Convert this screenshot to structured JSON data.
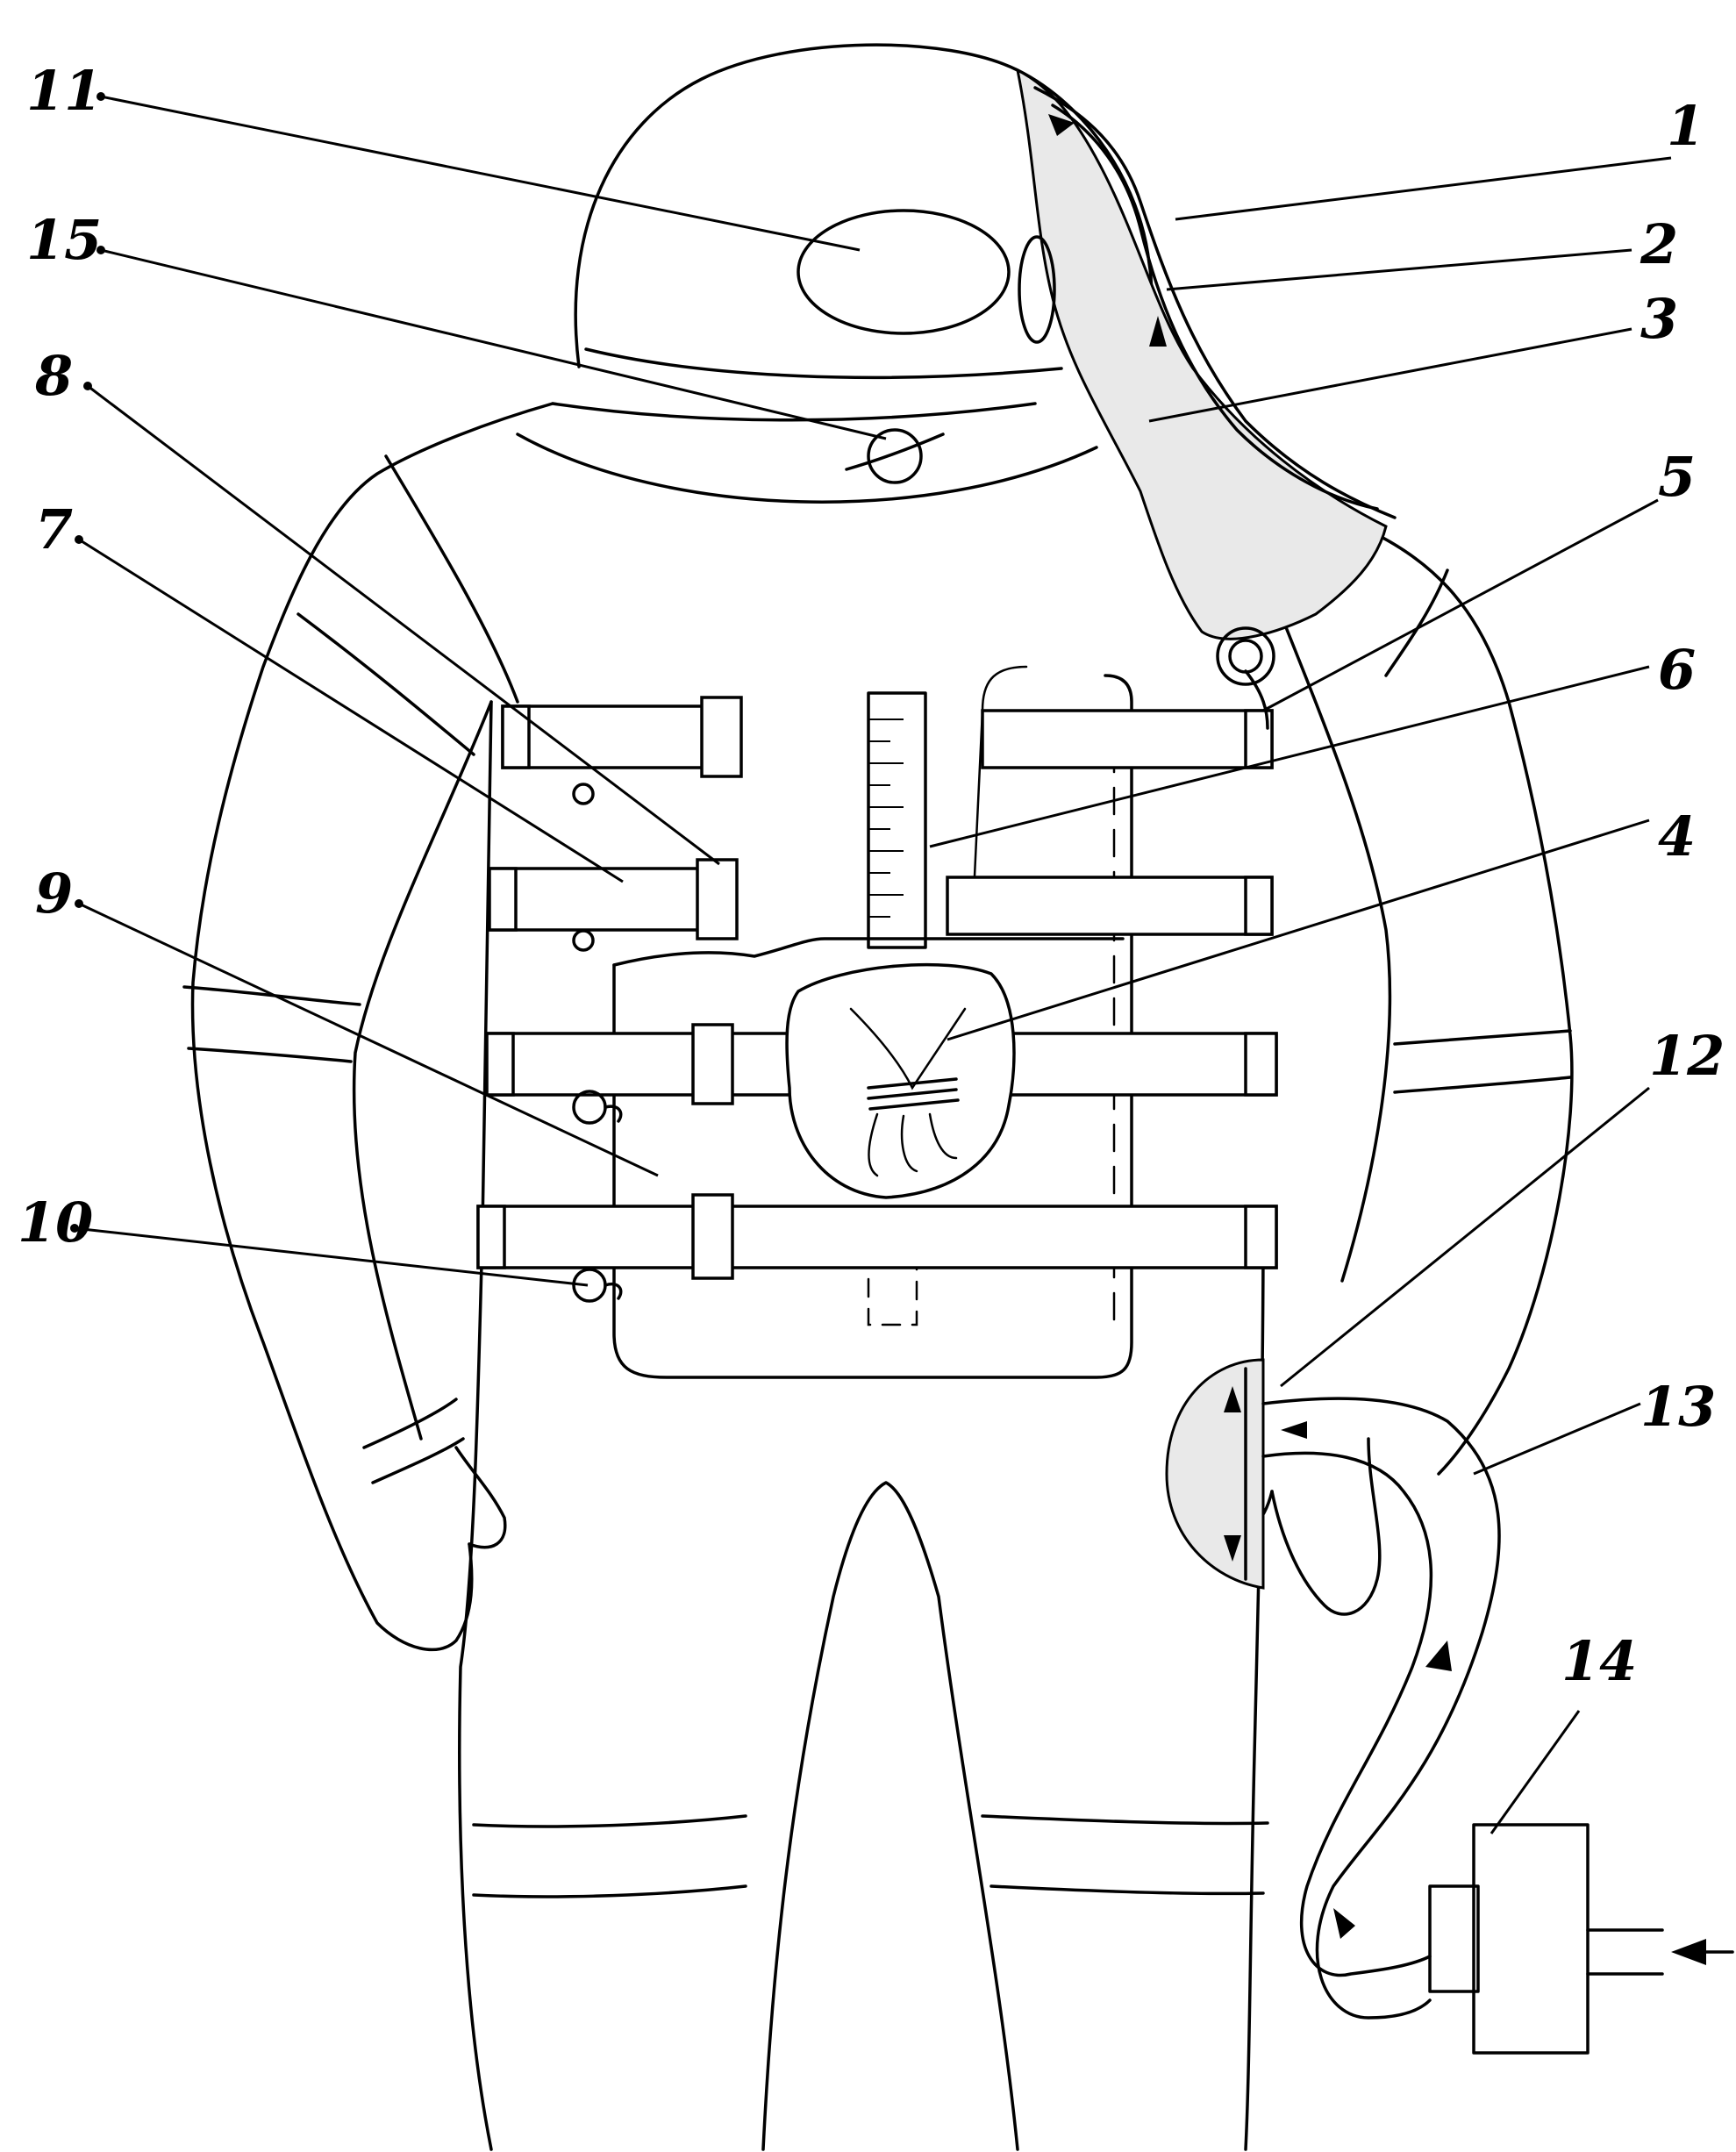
{
  "labels": [
    {
      "id": "1",
      "text": "1",
      "part": "outer-layer"
    },
    {
      "id": "2",
      "text": "2",
      "part": "inner-layer"
    },
    {
      "id": "3",
      "text": "3",
      "part": "air-gap"
    },
    {
      "id": "4",
      "text": "4",
      "part": "tied-bag"
    },
    {
      "id": "5",
      "text": "5",
      "part": "inlet-fitting"
    },
    {
      "id": "6",
      "text": "6",
      "part": "scale-pocket"
    },
    {
      "id": "7",
      "text": "7",
      "part": "strap"
    },
    {
      "id": "8",
      "text": "8",
      "part": "buckle"
    },
    {
      "id": "9",
      "text": "9",
      "part": "chest-panel"
    },
    {
      "id": "10",
      "text": "10",
      "part": "ring"
    },
    {
      "id": "11",
      "text": "11",
      "part": "visor"
    },
    {
      "id": "12",
      "text": "12",
      "part": "hose-connector"
    },
    {
      "id": "13",
      "text": "13",
      "part": "hose"
    },
    {
      "id": "14",
      "text": "14",
      "part": "blower-unit"
    },
    {
      "id": "15",
      "text": "15",
      "part": "neck-valve"
    }
  ],
  "colors": {
    "ink": "#000000",
    "paper": "#ffffff",
    "stipple": "#e9e9e9"
  }
}
